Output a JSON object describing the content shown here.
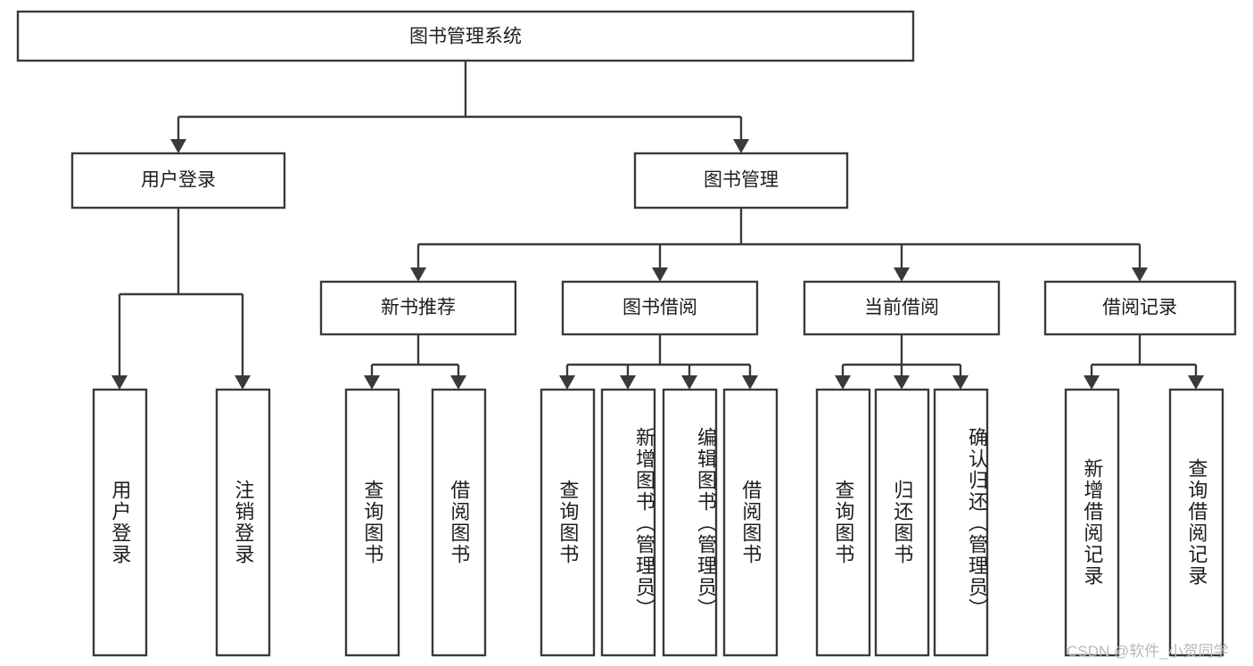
{
  "diagram": {
    "title": "图书管理系统",
    "type": "hierarchy-tree",
    "root": {
      "label": "图书管理系统"
    },
    "level2": [
      {
        "label": "用户登录"
      },
      {
        "label": "图书管理"
      }
    ],
    "level3": [
      {
        "label": "新书推荐"
      },
      {
        "label": "图书借阅"
      },
      {
        "label": "当前借阅"
      },
      {
        "label": "借阅记录"
      }
    ],
    "leaves": {
      "user_login": [
        {
          "label": "用户登录"
        },
        {
          "label": "注销登录"
        }
      ],
      "new_book_recommend": [
        {
          "label": "查询图书"
        },
        {
          "label": "借阅图书"
        }
      ],
      "book_borrow": [
        {
          "label": "查询图书"
        },
        {
          "label": "新增图书（管理员）"
        },
        {
          "label": "编辑图书（管理员）"
        },
        {
          "label": "借阅图书"
        }
      ],
      "current_borrow": [
        {
          "label": "查询图书"
        },
        {
          "label": "归还图书"
        },
        {
          "label": "确认归还（管理员）"
        }
      ],
      "borrow_record": [
        {
          "label": "新增借阅记录"
        },
        {
          "label": "查询借阅记录"
        }
      ]
    }
  },
  "watermark": {
    "text": "CSDN @软件_小贺同学"
  },
  "colors": {
    "box_stroke": "#3a3a3a",
    "box_fill": "#ffffff",
    "text": "#1d1d1d",
    "watermark": "#b9b9b9",
    "background": "#ffffff"
  }
}
